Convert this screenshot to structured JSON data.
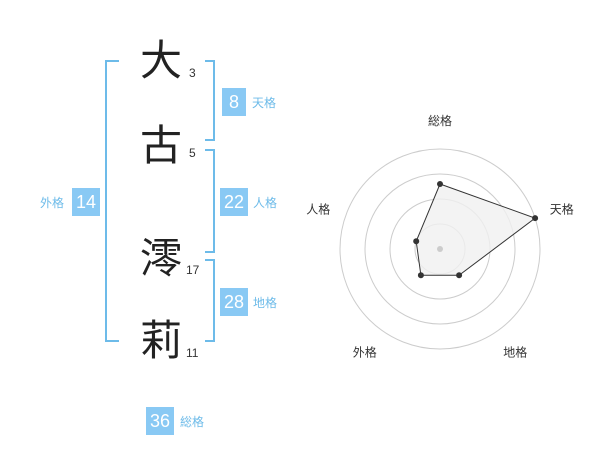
{
  "name": {
    "characters": [
      {
        "char": "大",
        "strokes": "3"
      },
      {
        "char": "古",
        "strokes": "5"
      },
      {
        "char": "澪",
        "strokes": "17"
      },
      {
        "char": "莉",
        "strokes": "11"
      }
    ]
  },
  "kakusu": {
    "tenkaku": {
      "value": "8",
      "label": "天格"
    },
    "jinkaku": {
      "value": "22",
      "label": "人格"
    },
    "chikaku": {
      "value": "28",
      "label": "地格"
    },
    "gaikaku": {
      "value": "14",
      "label": "外格"
    },
    "soukaku": {
      "value": "36",
      "label": "総格"
    }
  },
  "chart_data": {
    "type": "radar",
    "axes": [
      "総格",
      "天格",
      "地格",
      "外格",
      "人格"
    ],
    "rings": 4,
    "values": [
      2.6,
      4,
      1.3,
      1.3,
      1
    ],
    "max": 4,
    "colors": {
      "ring": "#cccccc",
      "polygon_fill": "#f0f0f0",
      "polygon_stroke": "#333333",
      "point": "#333333",
      "center": "#cccccc"
    }
  },
  "colors": {
    "accent": "#89c9f4",
    "accent_text": "#6dbbe9",
    "bracket": "#6dbbe9"
  }
}
